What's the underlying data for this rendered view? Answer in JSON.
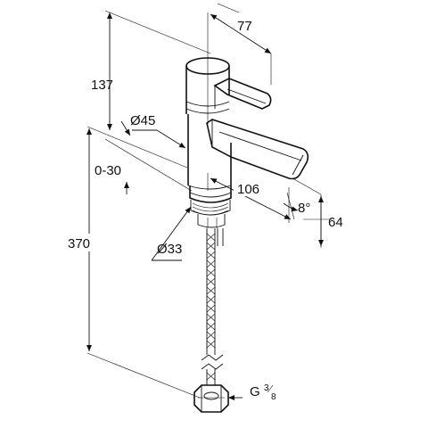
{
  "dimensions": {
    "handle_reach": "77",
    "upper_height": "137",
    "body_diameter": "Ø45",
    "adjust_range": "0-30",
    "spout_reach": "106",
    "spout_angle": "8°",
    "spout_height": "64",
    "base_diameter": "Ø33",
    "total_height": "370",
    "connection_thread": "G",
    "thread_numerator": "3",
    "thread_denominator": "8"
  }
}
